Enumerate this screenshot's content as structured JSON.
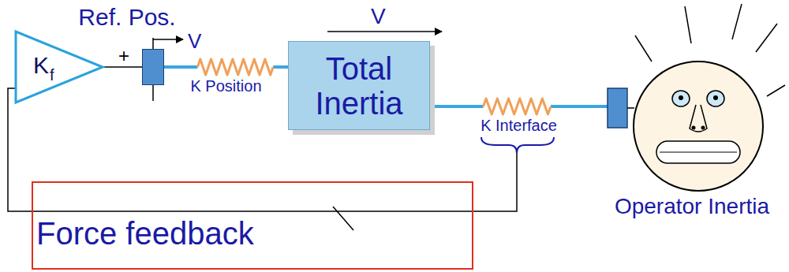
{
  "diagram": {
    "nodes": [
      {
        "text": [
          "K",
          "f"
        ]
      },
      {
        "text": [
          "Ref. Pos."
        ]
      },
      {
        "text": [
          "Total Inertia"
        ]
      },
      {
        "text": [
          "Operator Inertia"
        ]
      },
      {
        "text": [
          "Force feedback"
        ]
      }
    ],
    "edges": [
      {
        "from": 0,
        "to": 1,
        "arrow": "none"
      },
      {
        "from": 1,
        "to": 2,
        "label": "K Position",
        "arrow": "none"
      },
      {
        "from": 2,
        "to": 3,
        "label": "K Interface",
        "arrow": "none"
      }
    ],
    "labels": [
      "+",
      "V",
      "V"
    ]
  }
}
